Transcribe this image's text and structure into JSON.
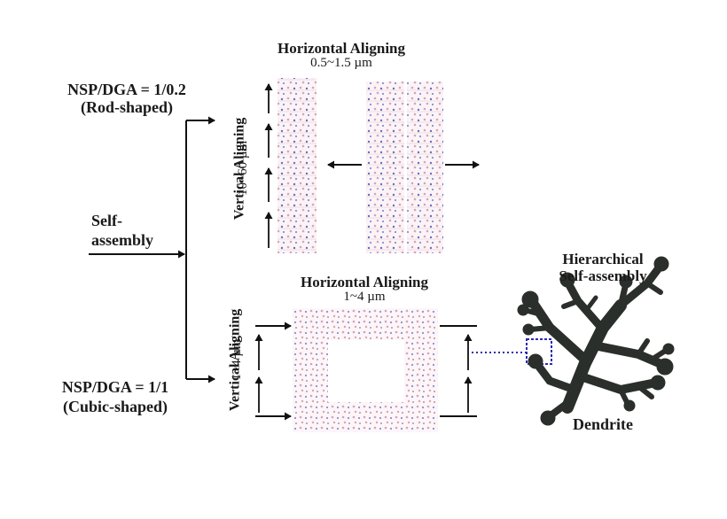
{
  "left": {
    "rod_ratio": "NSP/DGA = 1/0.2",
    "rod_shape": "(Rod-shaped)",
    "self_assembly_line1": "Self-",
    "self_assembly_line2": "assembly",
    "cubic_ratio": "NSP/DGA = 1/1",
    "cubic_shape": "(Cubic-shaped)"
  },
  "top_panel": {
    "horizontal_title": "Horizontal Aligning",
    "horizontal_range": "0.5~1.5 µm",
    "vertical_title": "Vertical Aligning",
    "vertical_range": "10~60 µm"
  },
  "bottom_panel": {
    "horizontal_title": "Horizontal Aligning",
    "horizontal_range": "1~4 µm",
    "vertical_title": "Vertical Aligning",
    "vertical_range": "1~4 µm"
  },
  "right": {
    "title_line1": "Hierarchical",
    "title_line2": "Self-assembly",
    "dendrite_label": "Dendrite"
  },
  "colors": {
    "line": "#111111",
    "crystal_pink": "#d9a3b8",
    "crystal_blue": "#6a6fb8",
    "dendrite": "#2b2f2b",
    "highlight": "#2a2ab0"
  }
}
